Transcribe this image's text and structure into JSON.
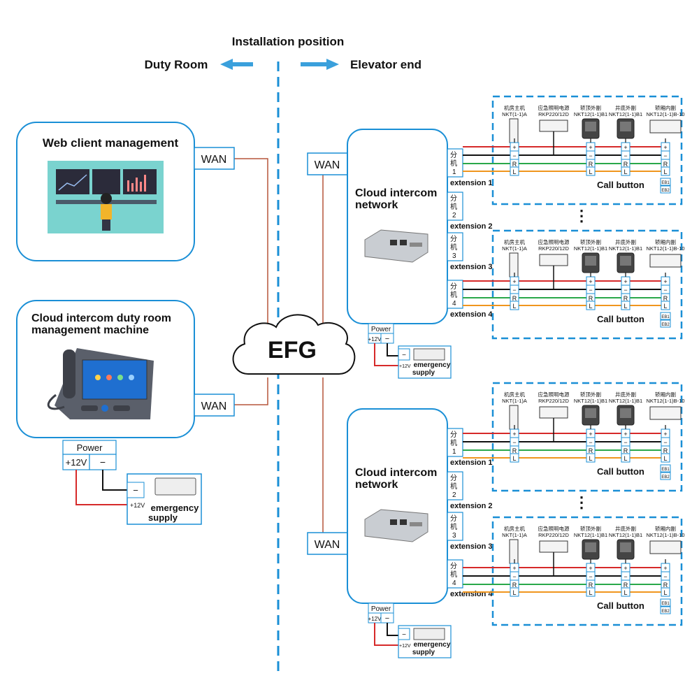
{
  "header": {
    "title": "Installation position",
    "left_label": "Duty Room",
    "right_label": "Elevator end"
  },
  "cloud_label": "EFG",
  "duty_room": {
    "web_client": {
      "title": "Web client management",
      "wan": "WAN"
    },
    "machine": {
      "title_line1": "Cloud intercom duty room",
      "title_line2": "management machine",
      "wan": "WAN"
    },
    "power": {
      "label": "Power",
      "plus": "+12V",
      "minus": "−"
    },
    "emergency": {
      "minus": "−",
      "plus": "+12V",
      "line1": "emergency",
      "line2": "supply"
    }
  },
  "networks": [
    {
      "wan": "WAN",
      "title_line1": "Cloud intercom",
      "title_line2": "network",
      "extensions": [
        {
          "cn1": "分",
          "cn2": "机",
          "num": "1",
          "label": "extension 1"
        },
        {
          "cn1": "分",
          "cn2": "机",
          "num": "2",
          "label": "extension 2"
        },
        {
          "cn1": "分",
          "cn2": "机",
          "num": "3",
          "label": "extension 3"
        },
        {
          "cn1": "分",
          "cn2": "机",
          "num": "4",
          "label": "extension 4"
        }
      ],
      "power": {
        "label": "Power",
        "plus": "+12V",
        "minus": "−"
      },
      "emergency": {
        "minus": "−",
        "plus": "+12V",
        "line1": "emergency",
        "line2": "supply"
      }
    },
    {
      "wan": "WAN",
      "title_line1": "Cloud intercom",
      "title_line2": "network",
      "extensions": [
        {
          "cn1": "分",
          "cn2": "机",
          "num": "1",
          "label": "extension 1"
        },
        {
          "cn1": "分",
          "cn2": "机",
          "num": "2",
          "label": "extension 2"
        },
        {
          "cn1": "分",
          "cn2": "机",
          "num": "3",
          "label": "extension 3"
        },
        {
          "cn1": "分",
          "cn2": "机",
          "num": "4",
          "label": "extension 4"
        }
      ],
      "power": {
        "label": "Power",
        "plus": "+12V",
        "minus": "−"
      },
      "emergency": {
        "minus": "−",
        "plus": "+12V",
        "line1": "emergency",
        "line2": "supply"
      }
    }
  ],
  "elevator_panel": {
    "devices": [
      {
        "name": "机房主机",
        "model": "NKT(1-1)A"
      },
      {
        "name": "应急照明电源",
        "model": "RKP220/12D"
      },
      {
        "name": "轿顶外副",
        "model": "NKT12(1-1)B1"
      },
      {
        "name": "井底外副",
        "model": "NKT12(1-1)B1"
      },
      {
        "name": "轿厢内副",
        "model": "NKT12(1-1)B-10"
      }
    ],
    "terminals": [
      "+",
      "−",
      "R",
      "L"
    ],
    "call_button": "Call button",
    "eb": [
      "EB1",
      "EB2"
    ],
    "ellipsis": "⋮"
  },
  "colors": {
    "blue_dash": "#1a8fd6",
    "box_border": "#1a8fd6",
    "arrow": "#3aa0dc",
    "wire_red": "#d62a2a",
    "wire_black": "#111111",
    "wire_green": "#2aa84a",
    "wire_orange": "#f0961e",
    "wan_line": "#b5553a"
  }
}
